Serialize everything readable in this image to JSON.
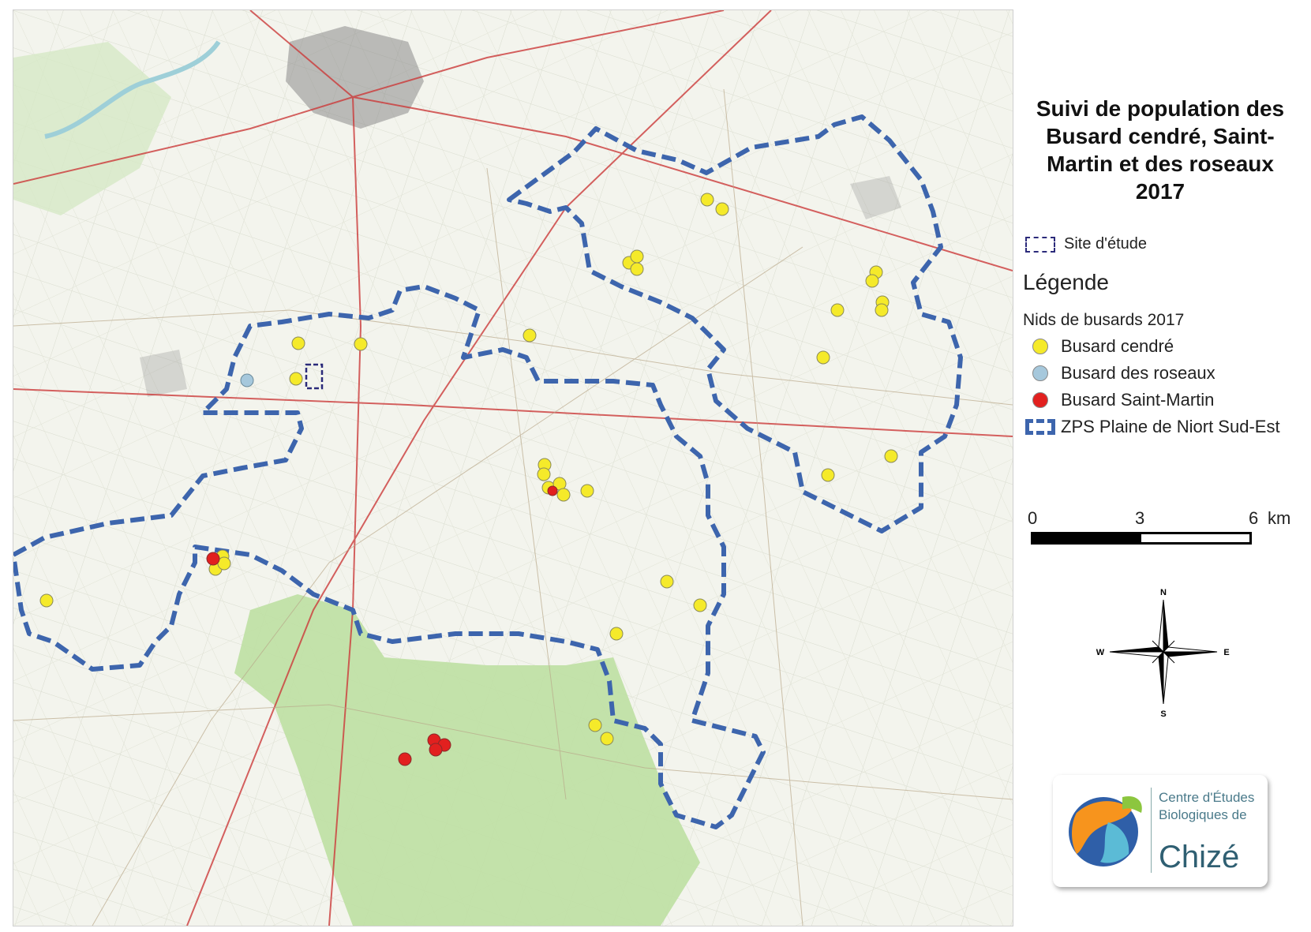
{
  "title_lines": [
    "Suivi de population des",
    "Busard cendré, Saint-",
    "Martin et des roseaux",
    "2017"
  ],
  "site_label": "Site d'étude",
  "legend_heading": "Légende",
  "legend_subheading": "Nids de busards 2017",
  "legend_items": [
    {
      "label": "Busard cendré",
      "color": "#f5ea2a"
    },
    {
      "label": "Busard des roseaux",
      "color": "#a6c8dc"
    },
    {
      "label": "Busard Saint-Martin",
      "color": "#e2201f"
    },
    {
      "label": "ZPS Plaine de Niort Sud-Est",
      "color": "#3d65ad"
    }
  ],
  "scale": {
    "labels": [
      "0",
      "3",
      "6"
    ],
    "unit": "km"
  },
  "compass": {
    "n": "N",
    "s": "S",
    "e": "E",
    "w": "W"
  },
  "logo": {
    "line1": "Centre d'Études",
    "line2": "Biologiques de",
    "brand": "Chizé"
  },
  "colors": {
    "zps": "#3d65ad",
    "site": "#2b2a7a",
    "forest": "#bfe0a4",
    "roads": "#cc3a3a"
  }
}
